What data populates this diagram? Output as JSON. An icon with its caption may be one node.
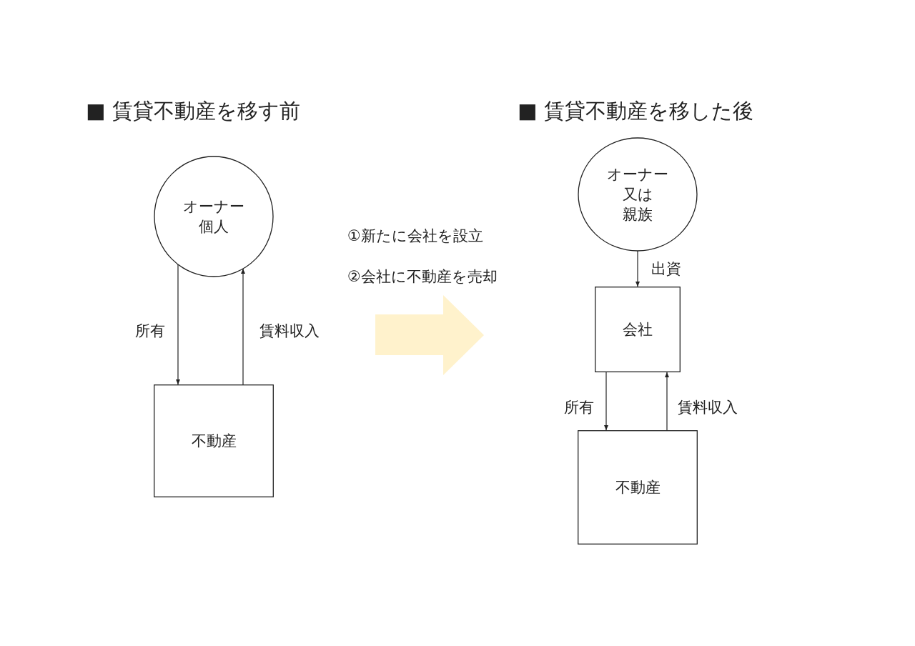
{
  "diagram": {
    "nodes": [
      {
        "text": [
          "オーナー",
          "個人"
        ]
      },
      {
        "text": [
          "不動産"
        ]
      },
      {
        "text": [
          "オーナー",
          "又は",
          "親族"
        ]
      },
      {
        "text": [
          "会社"
        ]
      },
      {
        "text": [
          "不動産"
        ]
      }
    ],
    "edges": [
      {
        "from": 0,
        "to": 1,
        "arrow": "to",
        "label": "所有"
      },
      {
        "from": 1,
        "to": 0,
        "arrow": "to",
        "label": "賃料収入"
      },
      {
        "from": 2,
        "to": 3,
        "arrow": "to",
        "label": "出資"
      },
      {
        "from": 3,
        "to": 4,
        "arrow": "to",
        "label": "所有"
      },
      {
        "from": 4,
        "to": 3,
        "arrow": "to",
        "label": "賃料収入"
      }
    ],
    "labels": [
      "■ 賃貸不動産を移す前",
      "■ 賃貸不動産を移した後",
      "①新たに会社を設立",
      "②会社に不動産を売却"
    ]
  }
}
